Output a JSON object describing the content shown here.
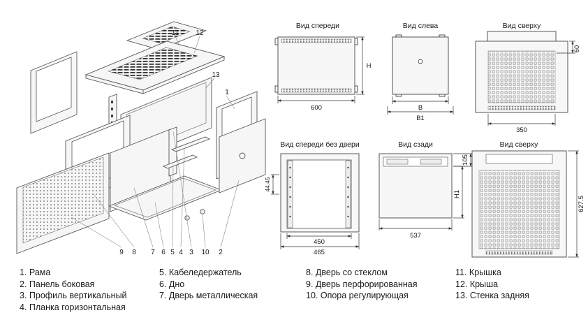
{
  "exploded": {
    "callouts": [
      "11",
      "12",
      "13",
      "1",
      "9",
      "8",
      "7",
      "6",
      "5",
      "4",
      "3",
      "10",
      "2"
    ]
  },
  "views": {
    "front": {
      "label": "Вид спереди",
      "dim_width": "600",
      "dim_height": "H"
    },
    "left": {
      "label": "Вид слева",
      "dim_b": "B",
      "dim_b1": "B1"
    },
    "top_small": {
      "label": "Вид сверху",
      "dim_depth": "60",
      "dim_width": "350"
    },
    "front_no_door": {
      "label": "Вид спереди без двери",
      "dim_unit": "44.45",
      "dim_inner": "450",
      "dim_outer": "465"
    },
    "rear": {
      "label": "Вид сзади",
      "dim_h1": "H1",
      "dim_top": "105",
      "dim_width": "537"
    },
    "top_large": {
      "label": "Вид сверху",
      "dim_depth": "627.5"
    }
  },
  "parts": [
    "1. Рама",
    "2. Панель боковая",
    "3. Профиль вертикальный",
    "4. Планка горизонтальная",
    "5. Кабеледержатель",
    "6. Дно",
    "7. Дверь металлическая",
    "8. Дверь со стеклом",
    "9. Дверь перфорированная",
    "10. Опора регулирующая",
    "11. Крышка",
    "12. Крыша",
    "13. Стенка задняя"
  ],
  "colors": {
    "line": "#555555",
    "dim": "#333333",
    "fill": "#f6f6f6"
  }
}
